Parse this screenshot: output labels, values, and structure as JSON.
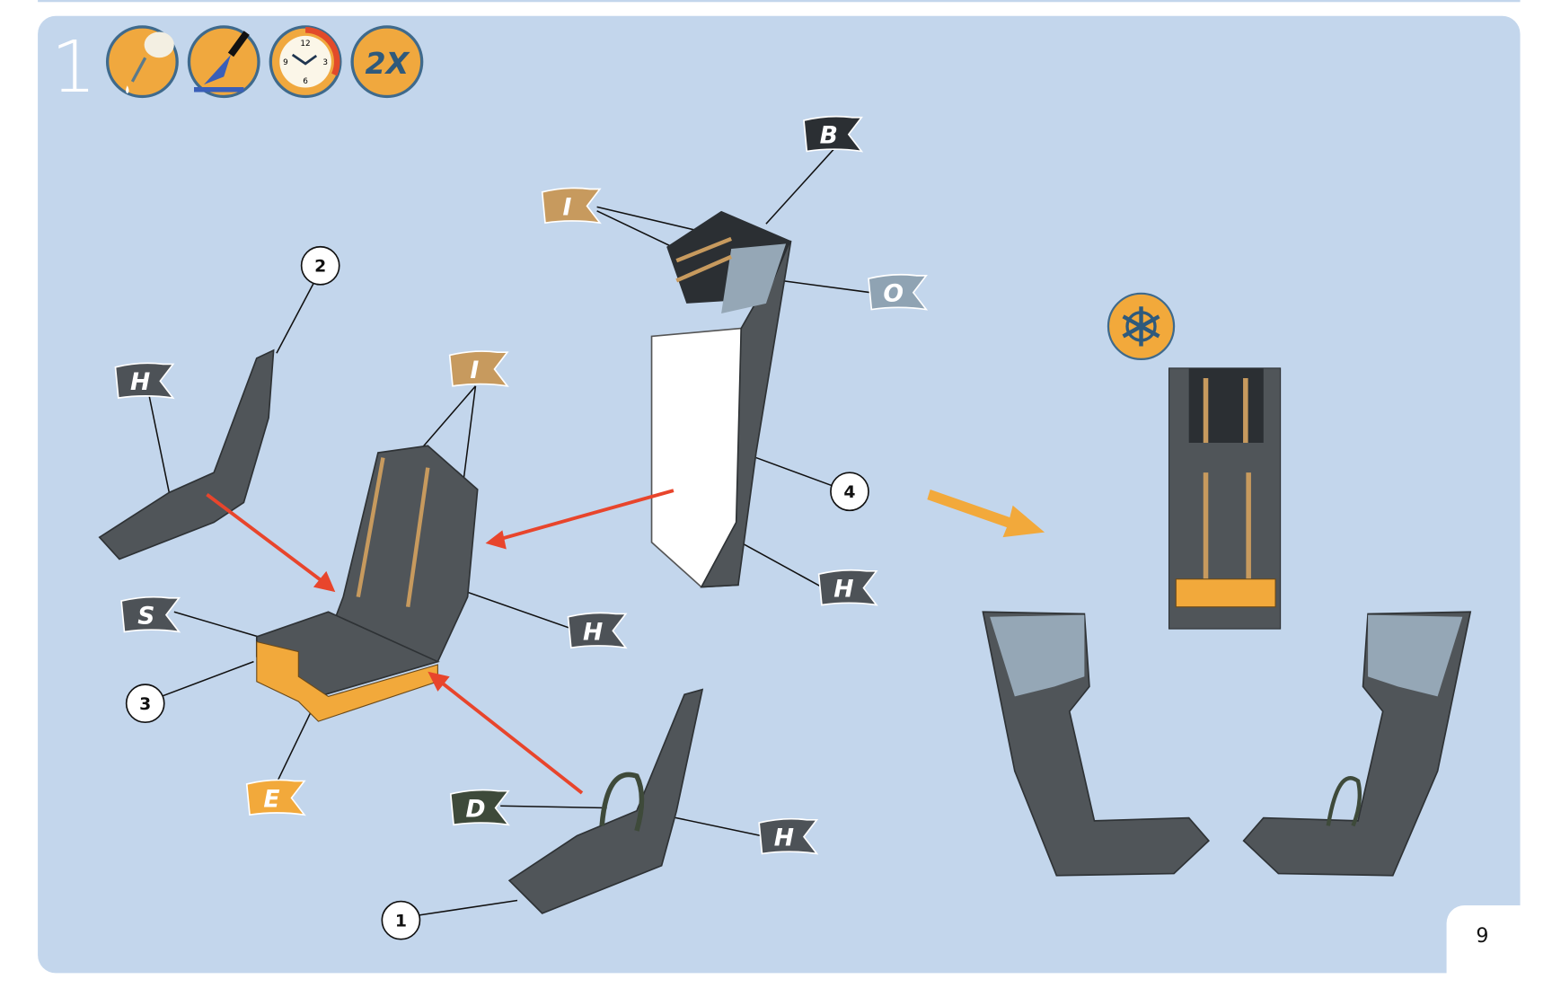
{
  "step": {
    "number": "1",
    "icons": [
      {
        "name": "glue-icon"
      },
      {
        "name": "paint-icon"
      },
      {
        "name": "drying-time-clock-icon",
        "clock_labels": [
          "12",
          "3",
          "6",
          "9"
        ]
      },
      {
        "name": "repeat-icon",
        "label": "2X"
      }
    ]
  },
  "flags": {
    "B": "B",
    "I_top": "I",
    "O": "O",
    "H_left": "H",
    "I_mid": "I",
    "H_mid": "H",
    "S": "S",
    "E": "E",
    "D": "D",
    "H_bottom": "H",
    "H_right": "H"
  },
  "callouts": {
    "c1": "1",
    "c2": "2",
    "c3": "3",
    "c4": "4"
  },
  "page_number": "9",
  "colors": {
    "panel": "#c3d6ec",
    "orange": "#f2a93b",
    "tan": "#c79a5e",
    "dark": "#505559",
    "red": "#e8452c"
  }
}
